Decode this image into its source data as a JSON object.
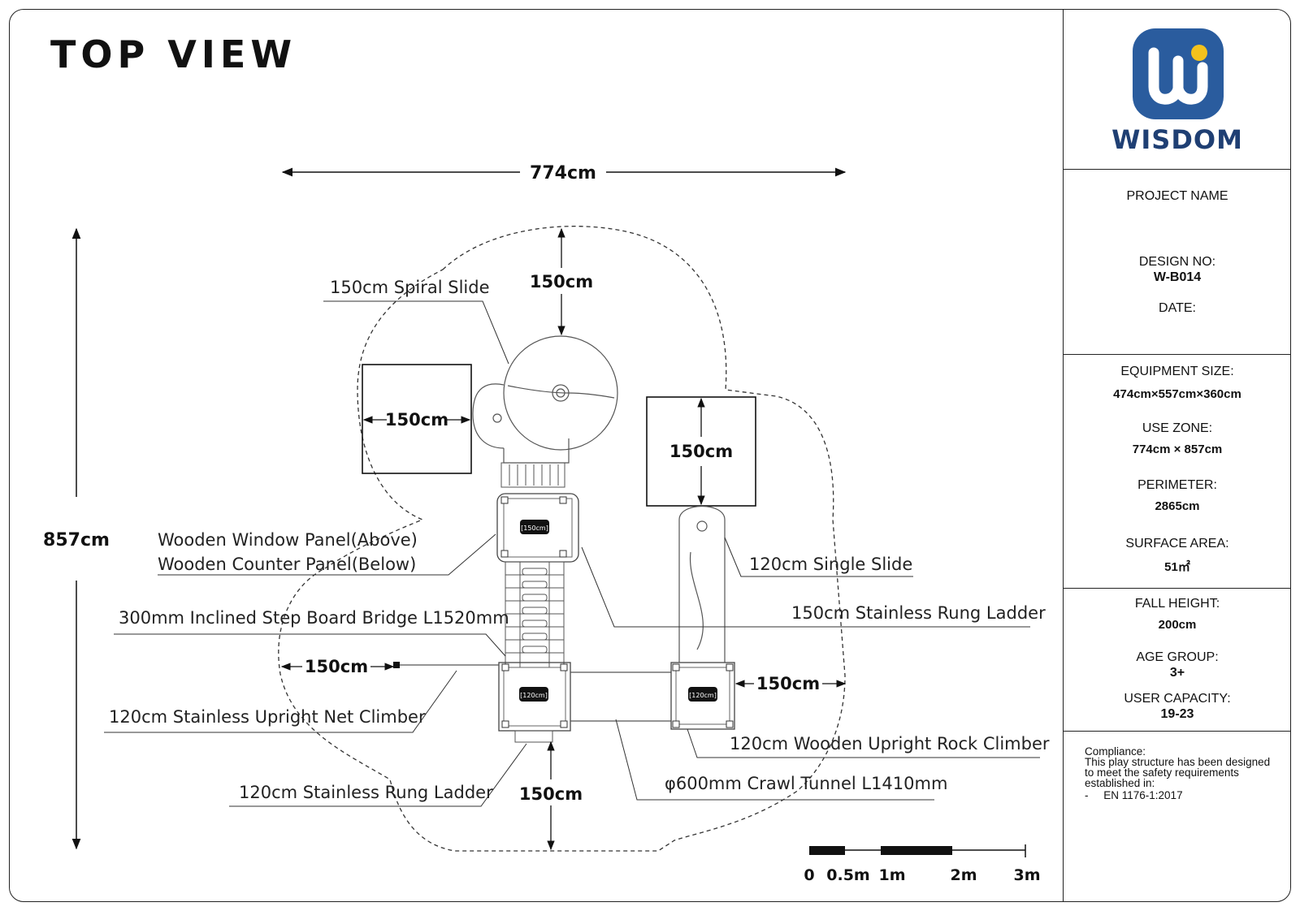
{
  "title": "TOP VIEW",
  "brand": {
    "name": "WISDOM",
    "primary_color": "#2a5c9e",
    "accent_color": "#f4c21c"
  },
  "info": {
    "project_name_label": "PROJECT NAME",
    "design_no_label": "DESIGN NO:",
    "design_no": "W-B014",
    "date_label": "DATE:",
    "equipment_size_label": "EQUIPMENT SIZE:",
    "equipment_size": "474cm×557cm×360cm",
    "use_zone_label": "USE ZONE:",
    "use_zone": "774cm × 857cm",
    "perimeter_label": "PERIMETER:",
    "perimeter": "2865cm",
    "surface_area_label": "SURFACE AREA:",
    "surface_area": "51㎡",
    "fall_height_label": "FALL HEIGHT:",
    "fall_height": "200cm",
    "age_group_label": "AGE GROUP:",
    "age_group": "3+",
    "user_capacity_label": "USER CAPACITY:",
    "user_capacity": "19-23",
    "compliance_label": "Compliance:",
    "compliance_text_1": "This play structure has been designed",
    "compliance_text_2": "to meet the safety requirements",
    "compliance_text_3": "established in:",
    "compliance_standard": "-     EN 1176-1:2017"
  },
  "dimensions": {
    "overall_width": "774cm",
    "overall_height": "857cm",
    "clearance": "150cm"
  },
  "platform_tags": {
    "upper": "[150cm]",
    "lower_left": "[120cm]",
    "lower_right": "[120cm]"
  },
  "callouts": {
    "spiral_slide": "150cm Spiral Slide",
    "window_panel": "Wooden Window Panel(Above)",
    "counter_panel": "Wooden Counter Panel(Below)",
    "step_bridge": "300mm Inclined Step Board Bridge L1520mm",
    "net_climber": "120cm Stainless Upright Net Climber",
    "rung_ladder_120": "120cm Stainless Rung Ladder",
    "single_slide": "120cm Single Slide",
    "rung_ladder_150": "150cm Stainless Rung Ladder",
    "rock_climber": "120cm Wooden Upright Rock Climber",
    "crawl_tunnel": "φ600mm Crawl Tunnel L1410mm"
  },
  "scale_bar": {
    "labels": [
      "0",
      "0.5m",
      "1m",
      "2m",
      "3m"
    ]
  }
}
